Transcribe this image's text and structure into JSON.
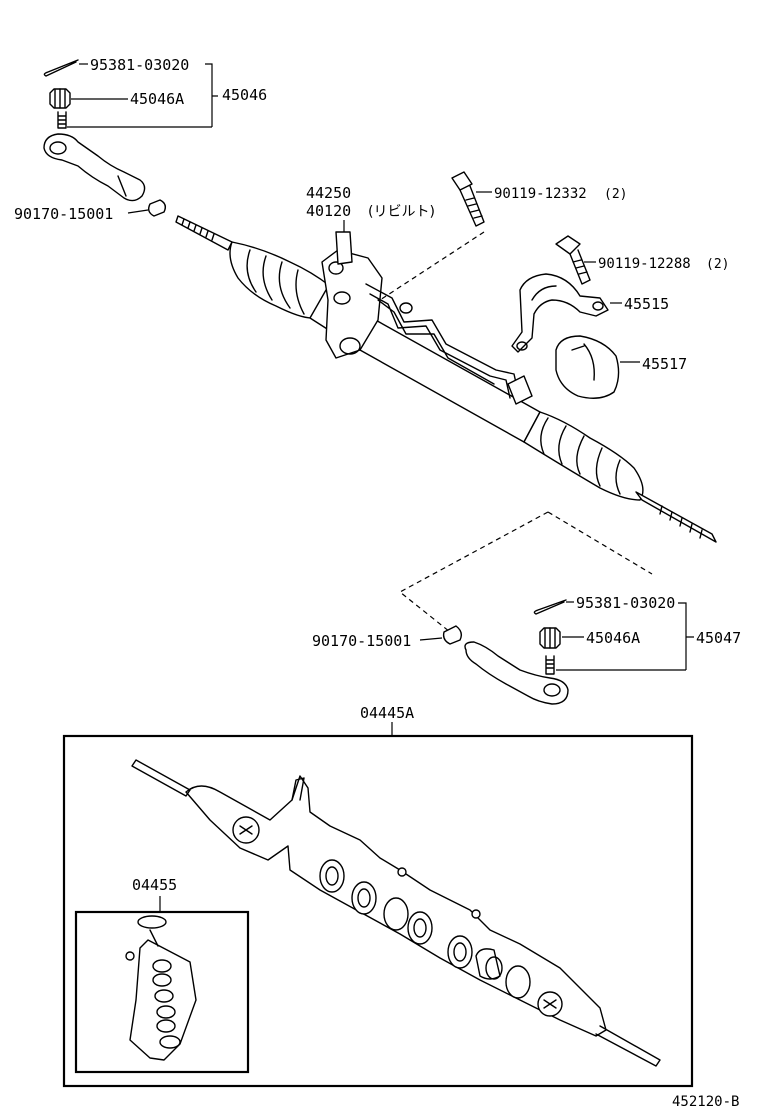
{
  "labels": {
    "cotter_pin_top": "95381-03020",
    "nut_top": "45046A",
    "tie_rod_end_left_assy": "45046",
    "clip_left": "90170-15001",
    "boot_ref": "44250",
    "gear_assy": "40120",
    "gear_assy_note": "(リビルト)",
    "bolt_upper": "90119-12332",
    "bolt_upper_qty": "(2)",
    "bolt_right": "90119-12288",
    "bolt_right_qty": "(2)",
    "bracket": "45515",
    "bushing": "45517",
    "cotter_pin_right": "95381-03020",
    "nut_right": "45046A",
    "tie_rod_end_right_assy": "45047",
    "clip_right": "90170-15001",
    "gasket_kit": "04445A",
    "seal_kit": "04455",
    "figure_id": "452120-B"
  },
  "colors": {
    "line": "#000000",
    "background": "#ffffff"
  }
}
